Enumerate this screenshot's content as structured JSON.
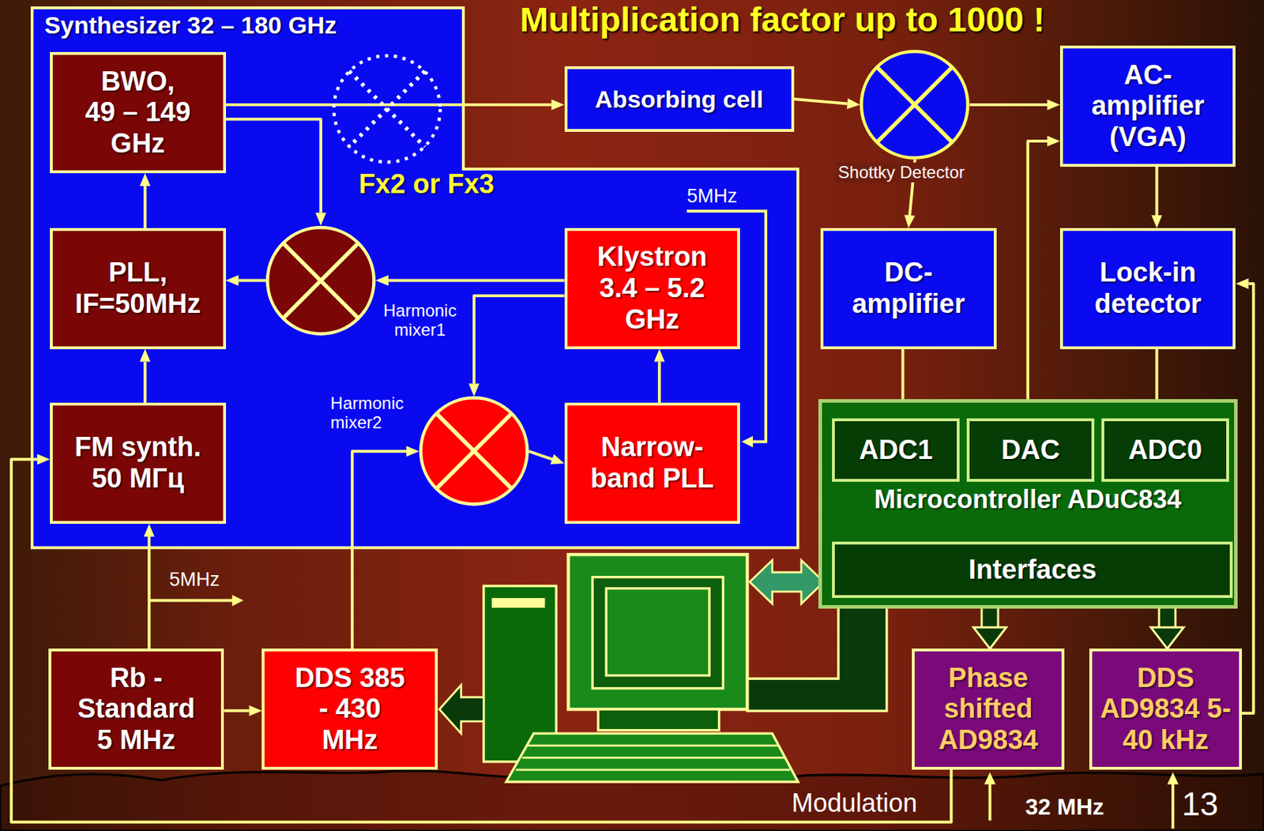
{
  "diagram": {
    "title": "Multiplication factor up to 1000 !",
    "nodes": [
      {
        "text": [
          "Synthesizer 32 – 180 GHz"
        ]
      },
      {
        "text": [
          "BWO, 49 – 149 GHz"
        ],
        "in": 0
      },
      {
        "text": [
          "Fx2 or Fx3"
        ],
        "in": 0
      },
      {
        "text": [
          "PLL, IF=50MHz"
        ],
        "in": 0
      },
      {
        "text": [
          "Harmonic mixer1"
        ],
        "in": 0
      },
      {
        "text": [
          "Klystron 3.4 – 5.2 GHz"
        ],
        "in": 0
      },
      {
        "text": [
          "Harmonic mixer2"
        ],
        "in": 0
      },
      {
        "text": [
          "FM synth. 50 МГц"
        ],
        "in": 0
      },
      {
        "text": [
          "Narrow-band PLL"
        ],
        "in": 0
      },
      {
        "text": [
          "Absorbing cell"
        ]
      },
      {
        "text": [
          "Shottky Detector"
        ]
      },
      {
        "text": [
          "AC-amplifier (VGA)"
        ]
      },
      {
        "text": [
          "DC-amplifier"
        ]
      },
      {
        "text": [
          "Lock-in detector"
        ]
      },
      {
        "text": [
          "Microcontroller ADuC834"
        ]
      },
      {
        "text": [
          "ADC1"
        ],
        "in": 14
      },
      {
        "text": [
          "DAC"
        ],
        "in": 14
      },
      {
        "text": [
          "ADC0"
        ],
        "in": 14
      },
      {
        "text": [
          "Interfaces"
        ],
        "in": 14
      },
      {
        "text": [
          "Rb - Standard 5 MHz"
        ]
      },
      {
        "text": [
          "DDS 385 - 430 MHz"
        ]
      },
      {
        "text": [
          "Phase shifted AD9834"
        ]
      },
      {
        "text": [
          "DDS AD9834 5-40 kHz"
        ]
      }
    ],
    "edges": [
      {
        "from": 1,
        "to": 9,
        "arrow": "to"
      },
      {
        "from": 1,
        "to": 4,
        "arrow": "to"
      },
      {
        "from": 5,
        "to": 4,
        "arrow": "to"
      },
      {
        "from": 4,
        "to": 3,
        "arrow": "to"
      },
      {
        "from": 3,
        "to": 1,
        "arrow": "to"
      },
      {
        "from": 7,
        "to": 3,
        "arrow": "to"
      },
      {
        "from": 19,
        "to": 7,
        "arrow": "to"
      },
      {
        "from": 5,
        "to": 6,
        "arrow": "to"
      },
      {
        "from": 20,
        "to": 6,
        "arrow": "to"
      },
      {
        "from": 6,
        "to": 8,
        "arrow": "to"
      },
      {
        "from": 8,
        "to": 5,
        "arrow": "to"
      },
      {
        "from": 19,
        "to": 20,
        "arrow": "to"
      },
      {
        "from": 9,
        "to": 10,
        "arrow": "to"
      },
      {
        "from": 10,
        "to": 11,
        "arrow": "to"
      },
      {
        "from": 10,
        "to": 12,
        "arrow": "to"
      },
      {
        "from": 11,
        "to": 13,
        "arrow": "to"
      },
      {
        "from": 12,
        "to": 15,
        "arrow": "to"
      },
      {
        "from": 16,
        "to": 11,
        "arrow": "to"
      },
      {
        "from": 13,
        "to": 17,
        "arrow": "to"
      },
      {
        "from": 22,
        "to": 13,
        "arrow": "to"
      },
      {
        "from": 18,
        "to": 21,
        "arrow": "to"
      },
      {
        "from": 18,
        "to": 22,
        "arrow": "to"
      },
      {
        "from": 21,
        "to": 7,
        "label": "Modulation",
        "arrow": "to"
      }
    ],
    "labels": [
      "5MHz",
      "5MHz",
      "32 MHz",
      "13"
    ]
  }
}
